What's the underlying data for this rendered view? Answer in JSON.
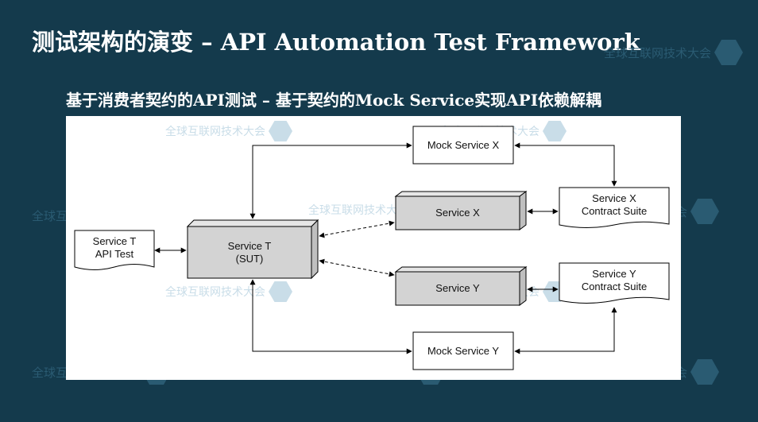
{
  "slide": {
    "title": "测试架构的演变 – API Automation Test Framework",
    "subtitle": "基于消费者契约的API测试 – 基于契约的Mock Service实现API依赖解耦",
    "watermark": "全球互联网技术大会"
  },
  "diagram": {
    "service_t_api_test": "Service T\nAPI Test",
    "service_t_sut": "Service T\n(SUT)",
    "mock_service_x": "Mock Service X",
    "service_x": "Service X",
    "service_x_contract": "Service X\nContract Suite",
    "service_y": "Service Y",
    "service_y_contract": "Service Y\nContract Suite",
    "mock_service_y": "Mock Service Y"
  },
  "colors": {
    "background": "#143a4c",
    "box_gray": "#d3d3d3",
    "box_gray_dark": "#bfbfbf",
    "line": "#000000"
  }
}
